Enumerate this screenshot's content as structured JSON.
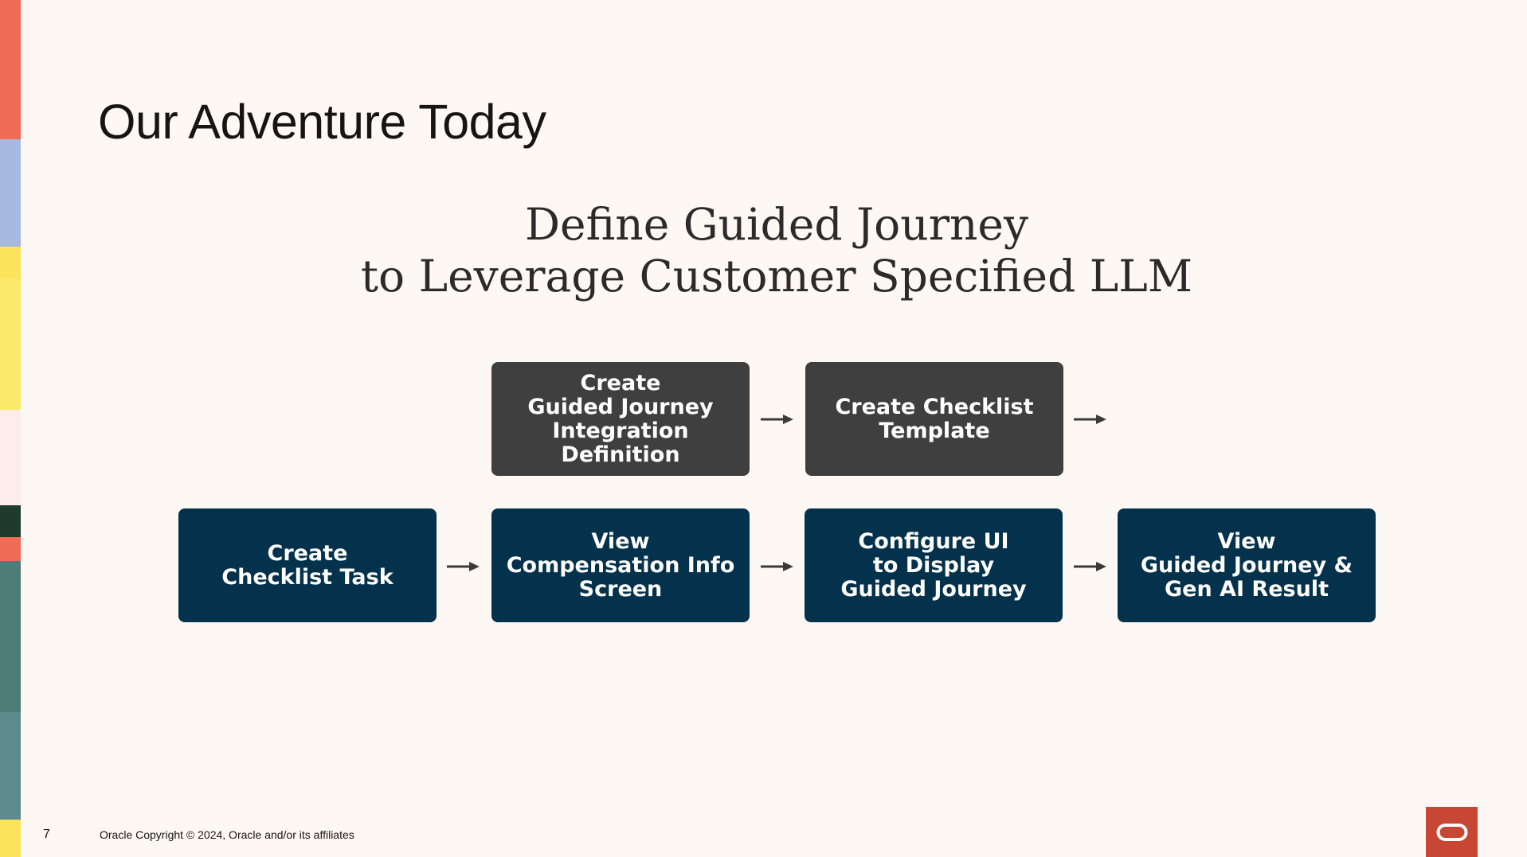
{
  "slide": {
    "title": "Our Adventure Today",
    "subtitle_line1": "Define Guided Journey",
    "subtitle_line2": "to Leverage Customer Specified LLM",
    "page_number": "7",
    "copyright": "Oracle Copyright © 2024, Oracle and/or its affiliates"
  },
  "flow": {
    "row1": [
      {
        "label": "Create\nGuided Journey\nIntegration\nDefinition"
      },
      {
        "label": "Create Checklist\nTemplate"
      }
    ],
    "row2": [
      {
        "label": "Create\nChecklist Task"
      },
      {
        "label": "View\nCompensation Info\nScreen"
      },
      {
        "label": "Configure UI\nto Display\nGuided Journey"
      },
      {
        "label": "View\nGuided Journey &\nGen AI Result"
      }
    ]
  },
  "colors": {
    "background": "#fdf8f3",
    "box_dark": "#3f3f3f",
    "box_navy": "#04314b",
    "arrow": "#3a3a3a",
    "logo": "#c74634"
  },
  "icons": {
    "arrow": "right-arrow-icon",
    "logo": "oracle-logo-icon"
  }
}
